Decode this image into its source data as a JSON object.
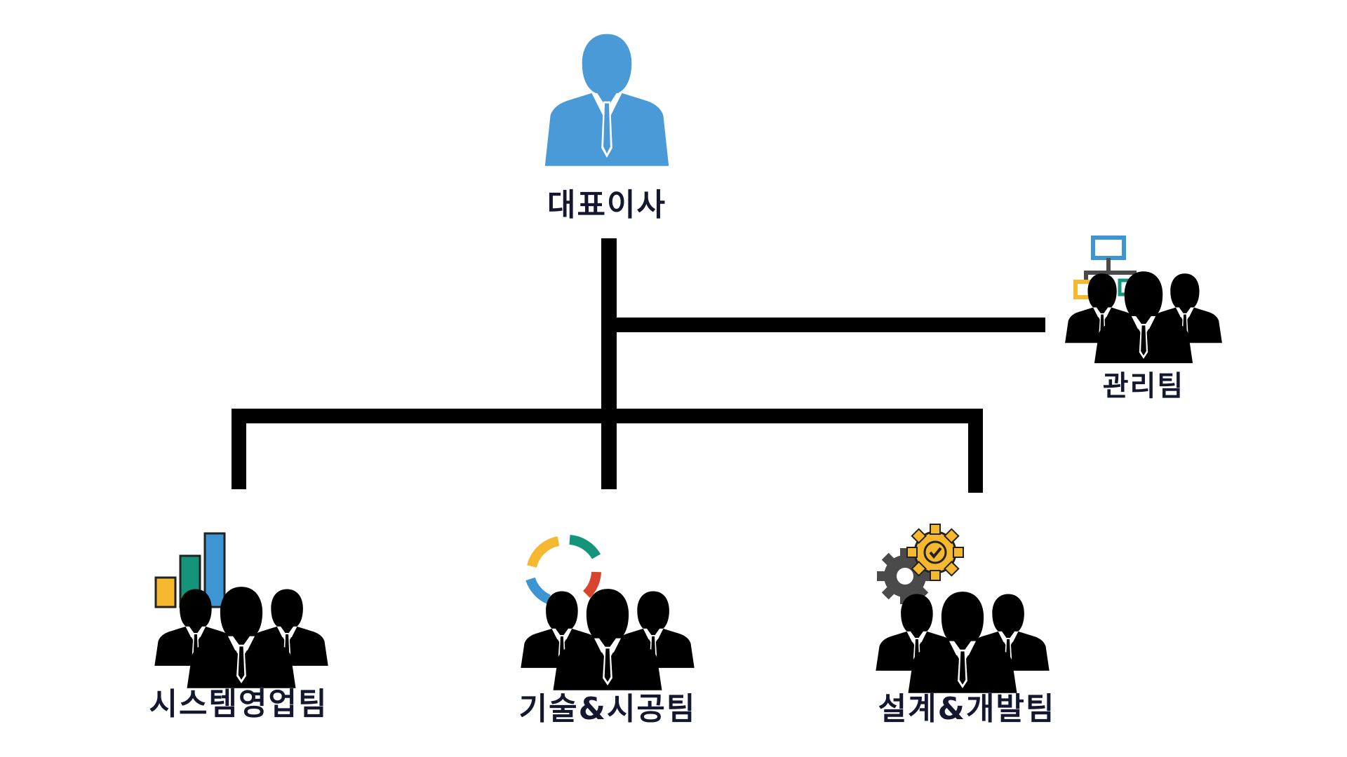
{
  "org": {
    "ceo": {
      "label": "대표이사",
      "icon": "person-icon",
      "color": "#4a9ad8"
    },
    "admin_team": {
      "label": "관리팀",
      "icon": "org-structure-icon"
    },
    "teams": [
      {
        "label": "시스템영업팀",
        "icon": "bar-chart-icon"
      },
      {
        "label": "기술&시공팀",
        "icon": "cycle-arrows-icon"
      },
      {
        "label": "설계&개발팀",
        "icon": "gears-icon"
      }
    ]
  },
  "colors": {
    "connector": "#000000",
    "silhouette": "#000000",
    "ceo_blue": "#4a9ad8",
    "accent_yellow": "#f5b82e",
    "accent_green": "#14957a",
    "accent_blue": "#3d95d4",
    "accent_red": "#d8452c",
    "gear_gray": "#4a4a4a"
  }
}
